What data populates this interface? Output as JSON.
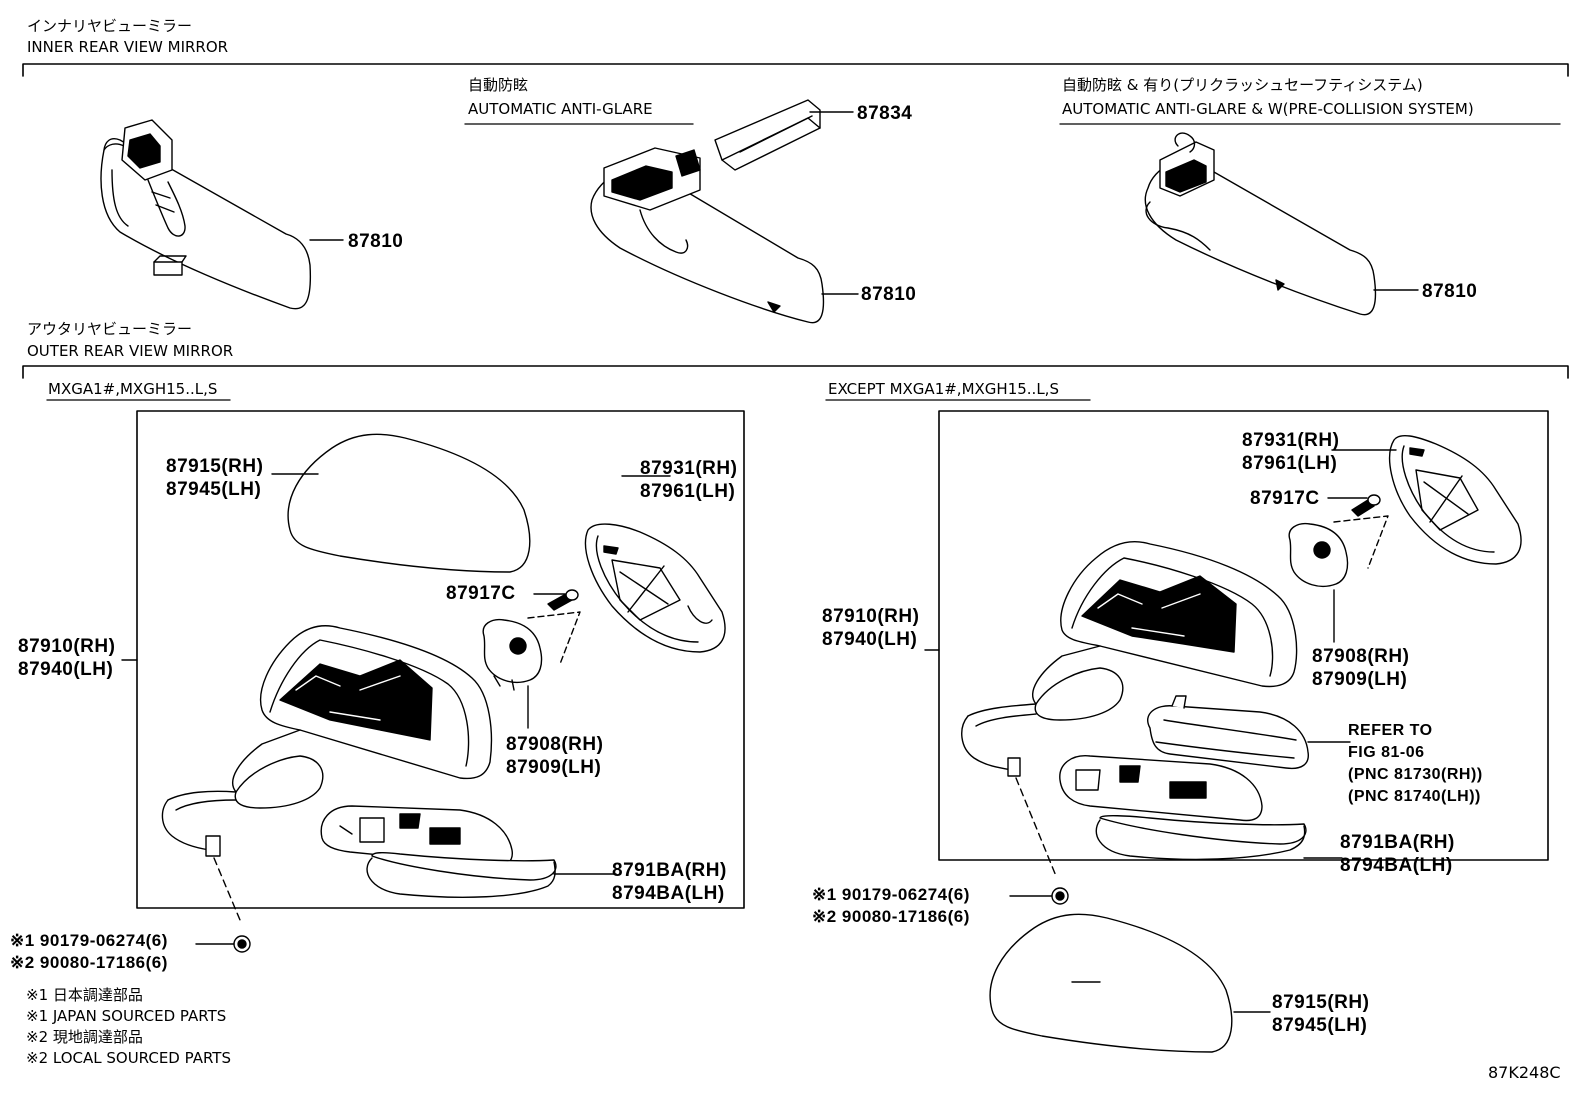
{
  "inner": {
    "title_jp": "インナリヤビューミラー",
    "title_en": "INNER REAR VIEW MIRROR",
    "v2_jp": "自動防眩",
    "v2_en": "AUTOMATIC ANTI-GLARE",
    "v3_jp": "自動防眩 & 有り(プリクラッシュセーフティシステム)",
    "v3_en": "AUTOMATIC ANTI-GLARE & W(PRE-COLLISION SYSTEM)",
    "p1": "87810",
    "p2": "87834",
    "p3": "87810",
    "p4": "87810"
  },
  "outer": {
    "title_jp": "アウタリヤビューミラー",
    "title_en": "OUTER REAR VIEW MIRROR",
    "left": {
      "model": "MXGA1#,MXGH15..L,S",
      "cover_rh": "87915(RH)",
      "cover_lh": "87945(LH)",
      "glass_rh": "87931(RH)",
      "glass_lh": "87961(LH)",
      "screw": "87917C",
      "assy_rh": "87910(RH)",
      "assy_lh": "87940(LH)",
      "motor_rh": "87908(RH)",
      "motor_lh": "87909(LH)",
      "lower_rh": "8791BA(RH)",
      "lower_lh": "8794BA(LH)",
      "nut1": "※1 90179-06274(6)",
      "nut2": "※2 90080-17186(6)"
    },
    "right": {
      "model": "EXCEPT MXGA1#,MXGH15..L,S",
      "glass_rh": "87931(RH)",
      "glass_lh": "87961(LH)",
      "screw": "87917C",
      "assy_rh": "87910(RH)",
      "assy_lh": "87940(LH)",
      "motor_rh": "87908(RH)",
      "motor_lh": "87909(LH)",
      "refer1": "REFER TO",
      "refer2": "FIG 81-06",
      "refer3": "(PNC 81730(RH))",
      "refer4": "(PNC 81740(LH))",
      "lower_rh": "8791BA(RH)",
      "lower_lh": "8794BA(LH)",
      "nut1": "※1 90179-06274(6)",
      "nut2": "※2 90080-17186(6)",
      "cover_rh": "87915(RH)",
      "cover_lh": "87945(LH)"
    }
  },
  "notes": [
    "※1 日本調達部品",
    "※1 JAPAN SOURCED PARTS",
    "※2 現地調達部品",
    "※2 LOCAL SOURCED PARTS"
  ],
  "code": "87K248C"
}
